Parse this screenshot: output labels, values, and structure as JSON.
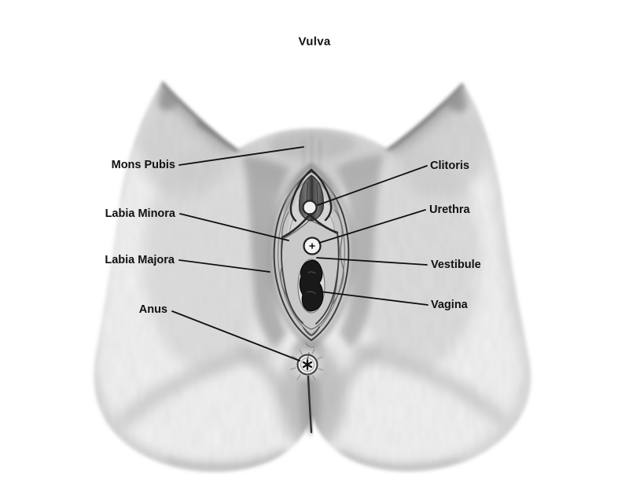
{
  "title": "Vulva",
  "diagram": {
    "subject": "external-female-genitalia-frontal-view",
    "style": "pencil-sketch-medical-illustration",
    "labels": {
      "mons_pubis": {
        "text": "Mons Pubis",
        "side": "left"
      },
      "labia_minora": {
        "text": "Labia Minora",
        "side": "left"
      },
      "labia_majora": {
        "text": "Labia Majora",
        "side": "left"
      },
      "anus": {
        "text": "Anus",
        "side": "left"
      },
      "clitoris": {
        "text": "Clitoris",
        "side": "right"
      },
      "urethra": {
        "text": "Urethra",
        "side": "right"
      },
      "vestibule": {
        "text": "Vestibule",
        "side": "right"
      },
      "vagina": {
        "text": "Vagina",
        "side": "right"
      }
    }
  },
  "colors": {
    "ink": "#111111",
    "paper": "#ffffff",
    "pencil_light": "#d8d8d8",
    "pencil_mid": "#a8a8a8",
    "pencil_dark": "#3c3c3c"
  }
}
